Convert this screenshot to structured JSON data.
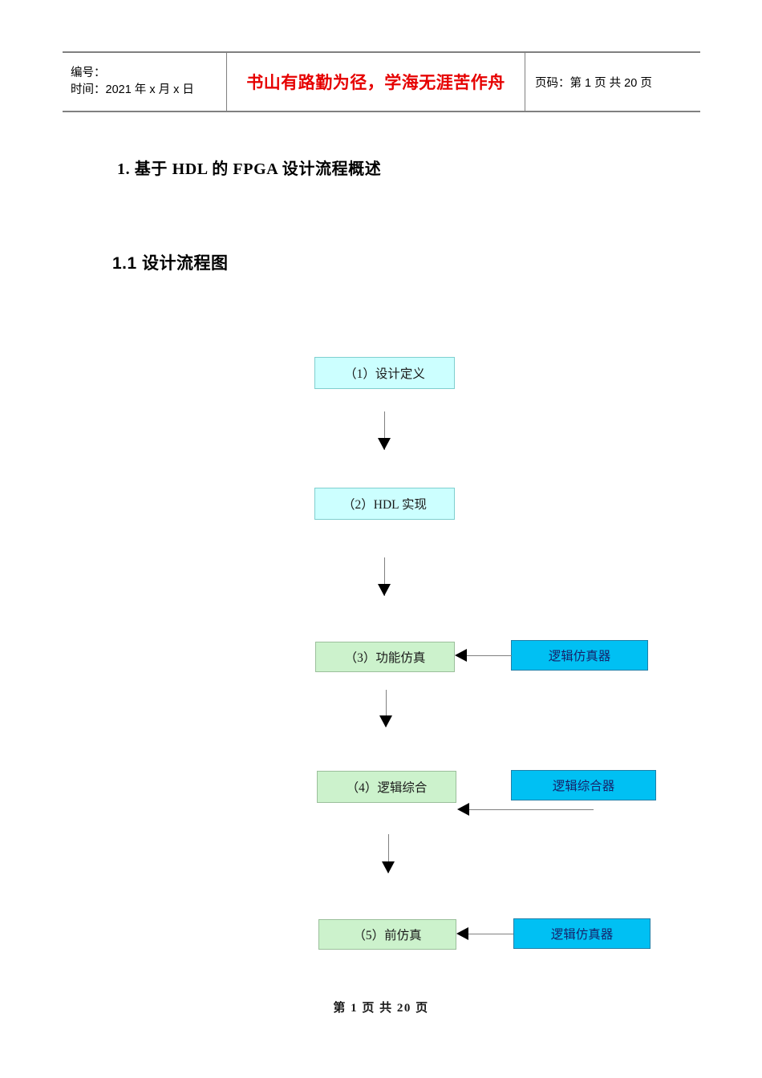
{
  "header": {
    "id_label": "编号：",
    "time_label": "时间：2021 年 x 月 x 日",
    "slogan": "书山有路勤为径，学海无涯苦作舟",
    "page_label": "页码：第 1 页  共 20 页"
  },
  "headings": {
    "h1": "1. 基于 HDL 的 FPGA 设计流程概述",
    "h2": "1.1 设计流程图"
  },
  "flowchart": {
    "steps": [
      {
        "label": "（1）设计定义",
        "color": "#ccffff"
      },
      {
        "label": "（2）HDL 实现",
        "color": "#ccffff"
      },
      {
        "label": "（3）功能仿真",
        "color": "#ccf2cc"
      },
      {
        "label": "（4）逻辑综合",
        "color": "#ccf2cc"
      },
      {
        "label": "（5）前仿真",
        "color": "#ccf2cc"
      }
    ],
    "tools": [
      {
        "label": "逻辑仿真器",
        "color": "#00c0f3"
      },
      {
        "label": "逻辑综合器",
        "color": "#00c0f3"
      },
      {
        "label": "逻辑仿真器",
        "color": "#00c0f3"
      }
    ]
  },
  "footer": {
    "page_text": "第 1 页 共 20 页"
  }
}
